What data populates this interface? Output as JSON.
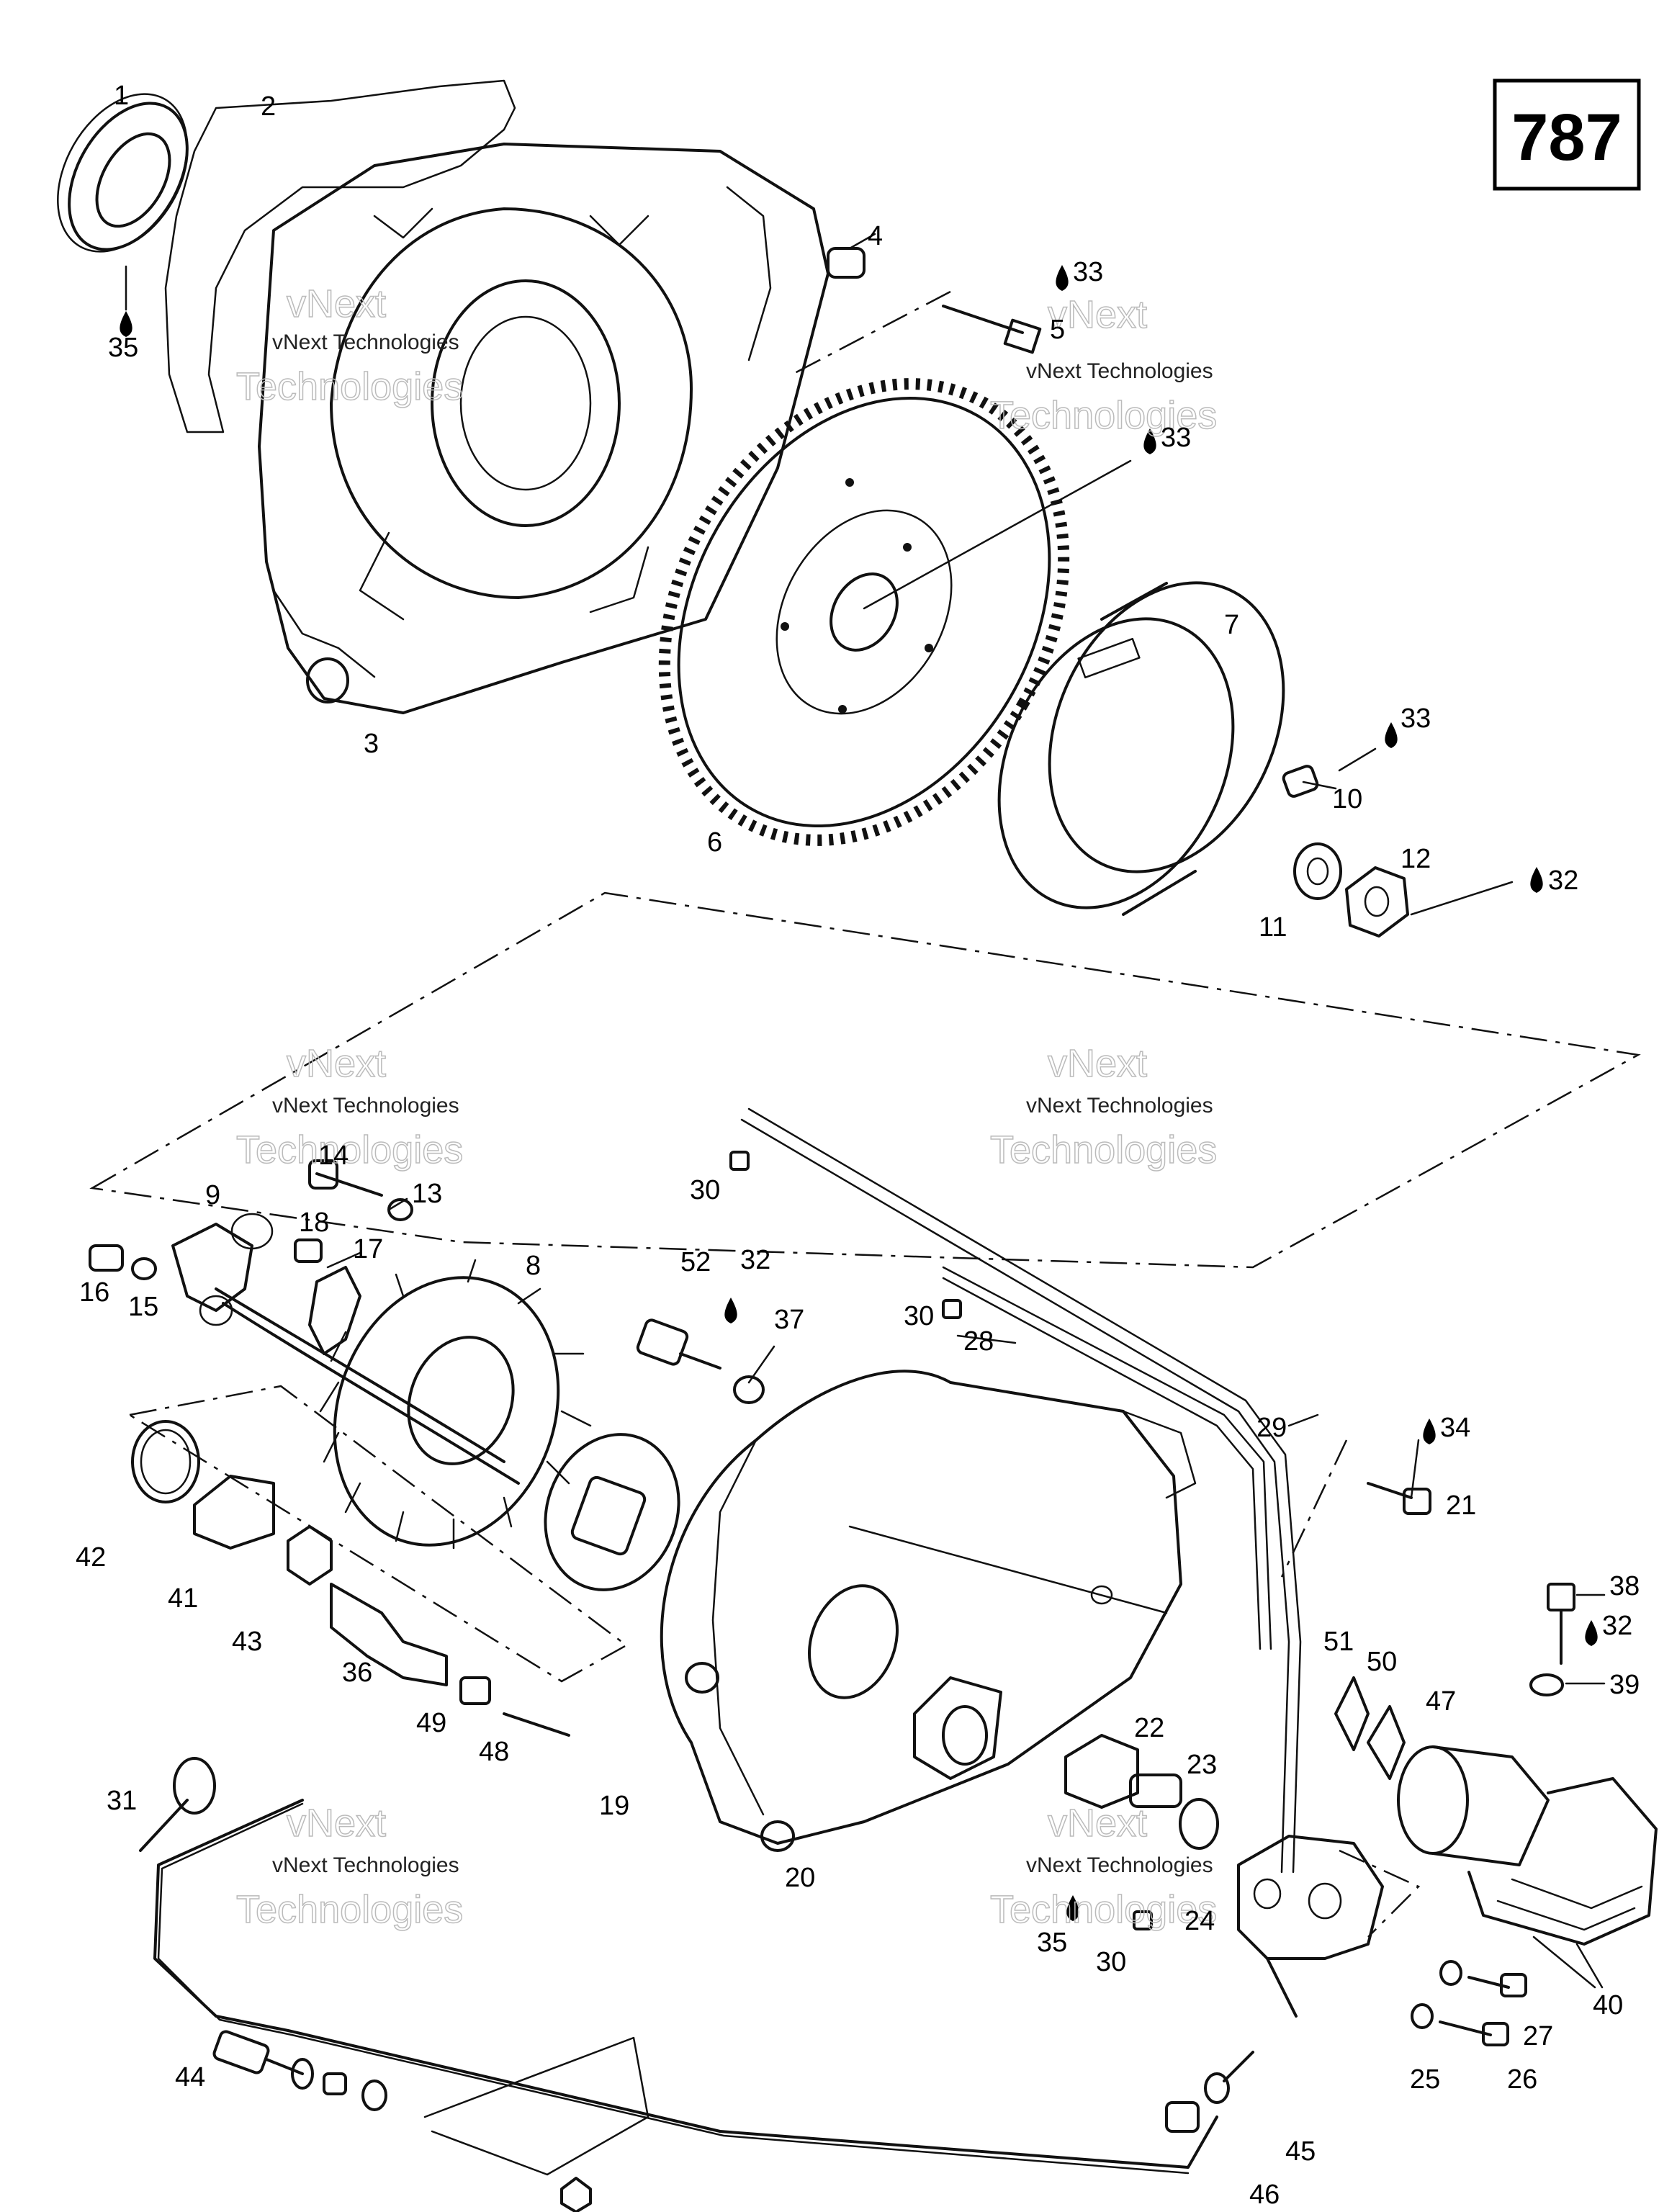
{
  "page_number": "787",
  "watermark": {
    "line1": "vNext Technologies",
    "line2": "Technologies",
    "line_top": "vNext"
  },
  "callouts": [
    {
      "label": "1",
      "oil_drop": false
    },
    {
      "label": "2",
      "oil_drop": false
    },
    {
      "label": "3",
      "oil_drop": false
    },
    {
      "label": "4",
      "oil_drop": false
    },
    {
      "label": "5",
      "oil_drop": false
    },
    {
      "label": "6",
      "oil_drop": false
    },
    {
      "label": "7",
      "oil_drop": false
    },
    {
      "label": "8",
      "oil_drop": false
    },
    {
      "label": "9",
      "oil_drop": false
    },
    {
      "label": "10",
      "oil_drop": false
    },
    {
      "label": "11",
      "oil_drop": false
    },
    {
      "label": "12",
      "oil_drop": false
    },
    {
      "label": "13",
      "oil_drop": false
    },
    {
      "label": "14",
      "oil_drop": false
    },
    {
      "label": "15",
      "oil_drop": false
    },
    {
      "label": "16",
      "oil_drop": false
    },
    {
      "label": "17",
      "oil_drop": false
    },
    {
      "label": "18",
      "oil_drop": false
    },
    {
      "label": "19",
      "oil_drop": false
    },
    {
      "label": "20",
      "oil_drop": false
    },
    {
      "label": "21",
      "oil_drop": false
    },
    {
      "label": "22",
      "oil_drop": false
    },
    {
      "label": "23",
      "oil_drop": false
    },
    {
      "label": "24",
      "oil_drop": false
    },
    {
      "label": "25",
      "oil_drop": false
    },
    {
      "label": "26",
      "oil_drop": false
    },
    {
      "label": "27",
      "oil_drop": false
    },
    {
      "label": "28",
      "oil_drop": false
    },
    {
      "label": "29",
      "oil_drop": false
    },
    {
      "label": "30",
      "oil_drop": false
    },
    {
      "label": "30",
      "oil_drop": false
    },
    {
      "label": "30",
      "oil_drop": false
    },
    {
      "label": "31",
      "oil_drop": false
    },
    {
      "label": "32",
      "oil_drop": true
    },
    {
      "label": "32",
      "oil_drop": true
    },
    {
      "label": "32",
      "oil_drop": true
    },
    {
      "label": "33",
      "oil_drop": true
    },
    {
      "label": "33",
      "oil_drop": true
    },
    {
      "label": "33",
      "oil_drop": true
    },
    {
      "label": "34",
      "oil_drop": true
    },
    {
      "label": "35",
      "oil_drop": true
    },
    {
      "label": "35",
      "oil_drop": true
    },
    {
      "label": "36",
      "oil_drop": false
    },
    {
      "label": "37",
      "oil_drop": false
    },
    {
      "label": "38",
      "oil_drop": false
    },
    {
      "label": "39",
      "oil_drop": false
    },
    {
      "label": "40",
      "oil_drop": false
    },
    {
      "label": "41",
      "oil_drop": false
    },
    {
      "label": "42",
      "oil_drop": false
    },
    {
      "label": "43",
      "oil_drop": false
    },
    {
      "label": "44",
      "oil_drop": false
    },
    {
      "label": "45",
      "oil_drop": false
    },
    {
      "label": "46",
      "oil_drop": false
    },
    {
      "label": "47",
      "oil_drop": false
    },
    {
      "label": "48",
      "oil_drop": false
    },
    {
      "label": "49",
      "oil_drop": false
    },
    {
      "label": "50",
      "oil_drop": false
    },
    {
      "label": "51",
      "oil_drop": false
    },
    {
      "label": "52",
      "oil_drop": false
    }
  ]
}
